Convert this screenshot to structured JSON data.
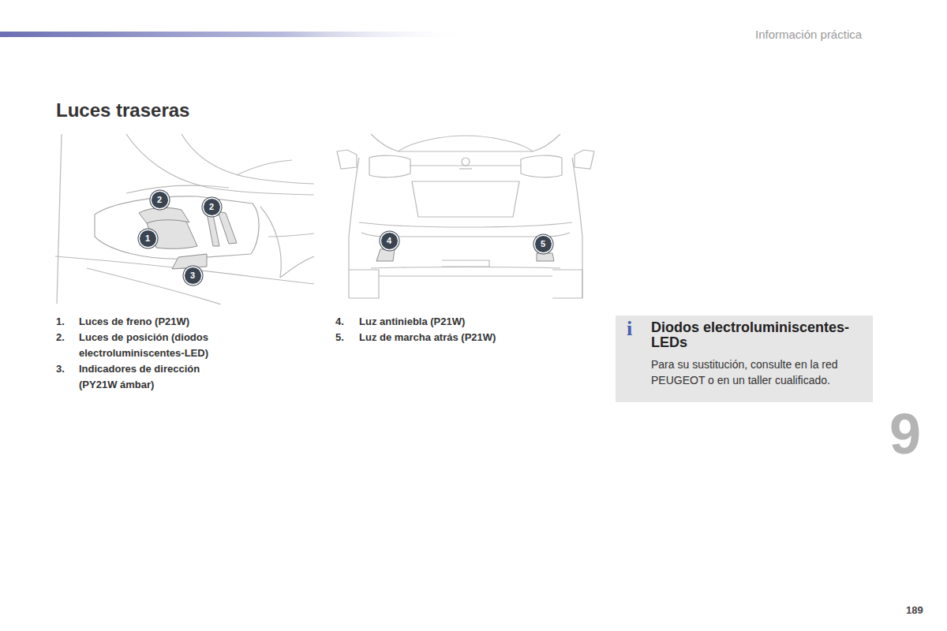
{
  "diagram": {
    "title": "Luces traseras",
    "nodes": [
      {
        "text": [
          "2"
        ]
      },
      {
        "text": [
          "2"
        ]
      },
      {
        "text": [
          "1"
        ]
      },
      {
        "text": [
          "3"
        ]
      },
      {
        "text": [
          "4"
        ]
      },
      {
        "text": [
          "5"
        ]
      },
      {
        "text": [
          "i",
          "Diodos electroluminiscentes-LEDs",
          "Para su sustitución, consulte en la red PEUGEOT o en un taller cualificado."
        ]
      }
    ],
    "edges": [],
    "labels": [
      "Información práctica",
      "1.",
      "Luces de freno (P21W)",
      "2.",
      "Luces de posición (diodos electroluminiscentes-LED)",
      "3.",
      "Indicadores de dirección (PY21W ámbar)",
      "4.",
      "Luz antiniebla (P21W)",
      "5.",
      "Luz de marcha atrás (P21W)",
      "9",
      "189"
    ]
  }
}
